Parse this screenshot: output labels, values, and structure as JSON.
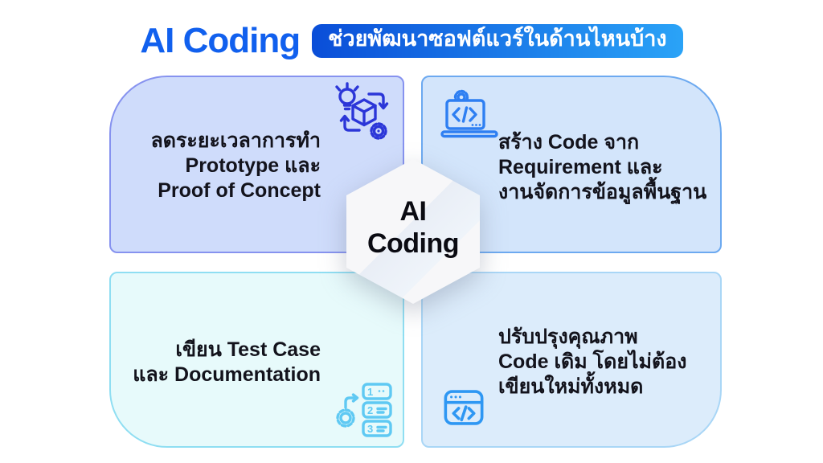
{
  "title": {
    "text": "AI Coding",
    "color": "#1160ee"
  },
  "badge": {
    "text": "ช่วยพัฒนาซอฟต์แวร์ในด้านไหนบ้าง",
    "text_color": "#ffffff",
    "gradient_from": "#0a4ed8",
    "gradient_to": "#2aa3f7"
  },
  "center_hexagon": {
    "line1": "AI",
    "line2": "Coding",
    "bg": "#f6f6f8",
    "text_color": "#0b0b12"
  },
  "cards": {
    "top_left": {
      "lines": [
        "ลดระยะเวลาการทำ",
        "Prototype และ",
        "Proof of Concept"
      ],
      "icon": "lightbulb-cube-gear-cycle-icon",
      "bg": "#cfdcfb",
      "border_color": "#8692ef",
      "icon_color": "#2b36d8"
    },
    "top_right": {
      "lines": [
        "สร้าง Code จาก",
        "Requirement และ",
        "งานจัดการข้อมูลพื้นฐาน"
      ],
      "icon": "laptop-code-gear-icon",
      "bg": "#d3e5fb",
      "border_color": "#6ca9f0",
      "icon_color": "#2e7ff2"
    },
    "bottom_left": {
      "lines": [
        "เขียน Test Case",
        "และ Documentation"
      ],
      "icon": "gear-numbered-list-icon",
      "bg": "#e7fafb",
      "border_color": "#8fdef2",
      "icon_color": "#5fc9f3"
    },
    "bottom_right": {
      "lines": [
        "ปรับปรุงคุณภาพ",
        "Code เดิม โดยไม่ต้อง",
        "เขียนใหม่ทั้งหมด"
      ],
      "icon": "browser-code-icon",
      "bg": "#dcecfb",
      "border_color": "#a9d6f6",
      "icon_color": "#2e97f3"
    }
  }
}
